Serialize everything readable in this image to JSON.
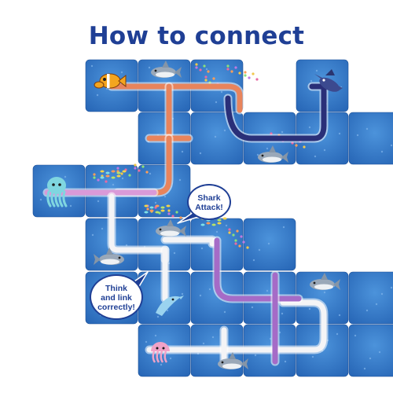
{
  "title": "How to connect",
  "callouts": {
    "shark_attack": "Shark Attack!",
    "think_link": "Think and link correctly!"
  },
  "callout_lines": {
    "shark_attack": [
      "Shark",
      "Attack!"
    ],
    "think_link": [
      "Think",
      "and link",
      "correctly!"
    ]
  },
  "creatures": {
    "fish": "clownfish-icon",
    "swordfish": "swordfish-icon",
    "octopus": "octopus-icon",
    "jellyfish": "jellyfish-icon",
    "dolphin": "dolphin-icon",
    "shark": "shark-icon",
    "fish_school": "fish-school-icon"
  },
  "route_colors": {
    "orange": "#e8845c",
    "navy": "#2a2f78",
    "pink": "#d99ad8",
    "white": "#f4f4f6",
    "violet": "#a56bc7"
  },
  "tile_colors": {
    "water": "#2a6fc0",
    "water_light": "#4b8fd6",
    "text": "#1f3f95"
  }
}
